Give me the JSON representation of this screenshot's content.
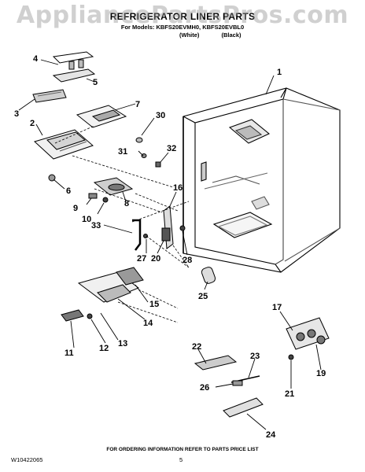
{
  "watermark": "AppliancePartsPros.com",
  "header": {
    "title": "REFRIGERATOR LINER PARTS",
    "models_line": "For Models: KBFS20EVMH0, KBFS20EVBL0",
    "variants": [
      "(White)",
      "(Black)"
    ]
  },
  "callouts": [
    "1",
    "2",
    "3",
    "4",
    "5",
    "6",
    "7",
    "8",
    "9",
    "10",
    "11",
    "12",
    "13",
    "14",
    "15",
    "16",
    "17",
    "19",
    "20",
    "21",
    "22",
    "23",
    "24",
    "25",
    "26",
    "27",
    "28",
    "30",
    "31",
    "32",
    "33"
  ],
  "footer": {
    "note": "FOR ORDERING INFORMATION REFER TO PARTS PRICE LIST",
    "doc_number": "W10422065",
    "page_number": "5"
  }
}
